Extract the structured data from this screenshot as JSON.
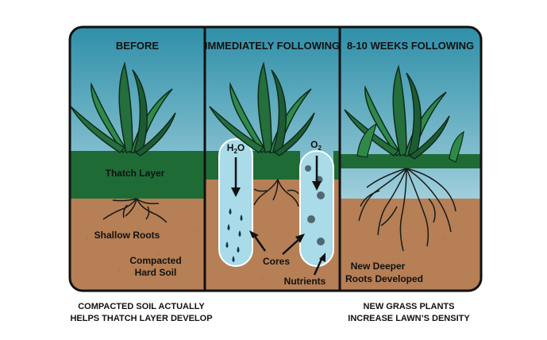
{
  "panels": [
    {
      "title": "BEFORE",
      "labels": {
        "thatch": "Thatch Layer",
        "roots": "Shallow Roots",
        "soil_line1": "Compacted",
        "soil_line2": "Hard Soil"
      }
    },
    {
      "title": "IMMEDIATELY FOLLOWING",
      "labels": {
        "cores": "Cores",
        "nutrients": "Nutrients"
      },
      "water": {
        "main": "H",
        "sub": "2",
        "tail": "O"
      },
      "oxygen": {
        "main": "O",
        "sub": "2"
      }
    },
    {
      "title": "8-10 WEEKS FOLLOWING",
      "labels": {
        "roots_line1": "New Deeper",
        "roots_line2": "Roots Developed"
      }
    }
  ],
  "captions": {
    "left_line1": "COMPACTED SOIL ACTUALLY",
    "left_line2": "HELPS THATCH LAYER DEVELOP",
    "right_line1": "NEW GRASS PLANTS",
    "right_line2": "INCREASE LAWN’S DENSITY"
  },
  "colors": {
    "sky_top": "#2f8fa8",
    "sky_bottom": "#e9f4f6",
    "thatch": "#1f6b36",
    "soil": "#b67f55",
    "grass_dark": "#17402a",
    "grass_light": "#2f8a4a",
    "core": "#a9dbe8",
    "root": "#1a1a1a",
    "border": "#111111"
  }
}
